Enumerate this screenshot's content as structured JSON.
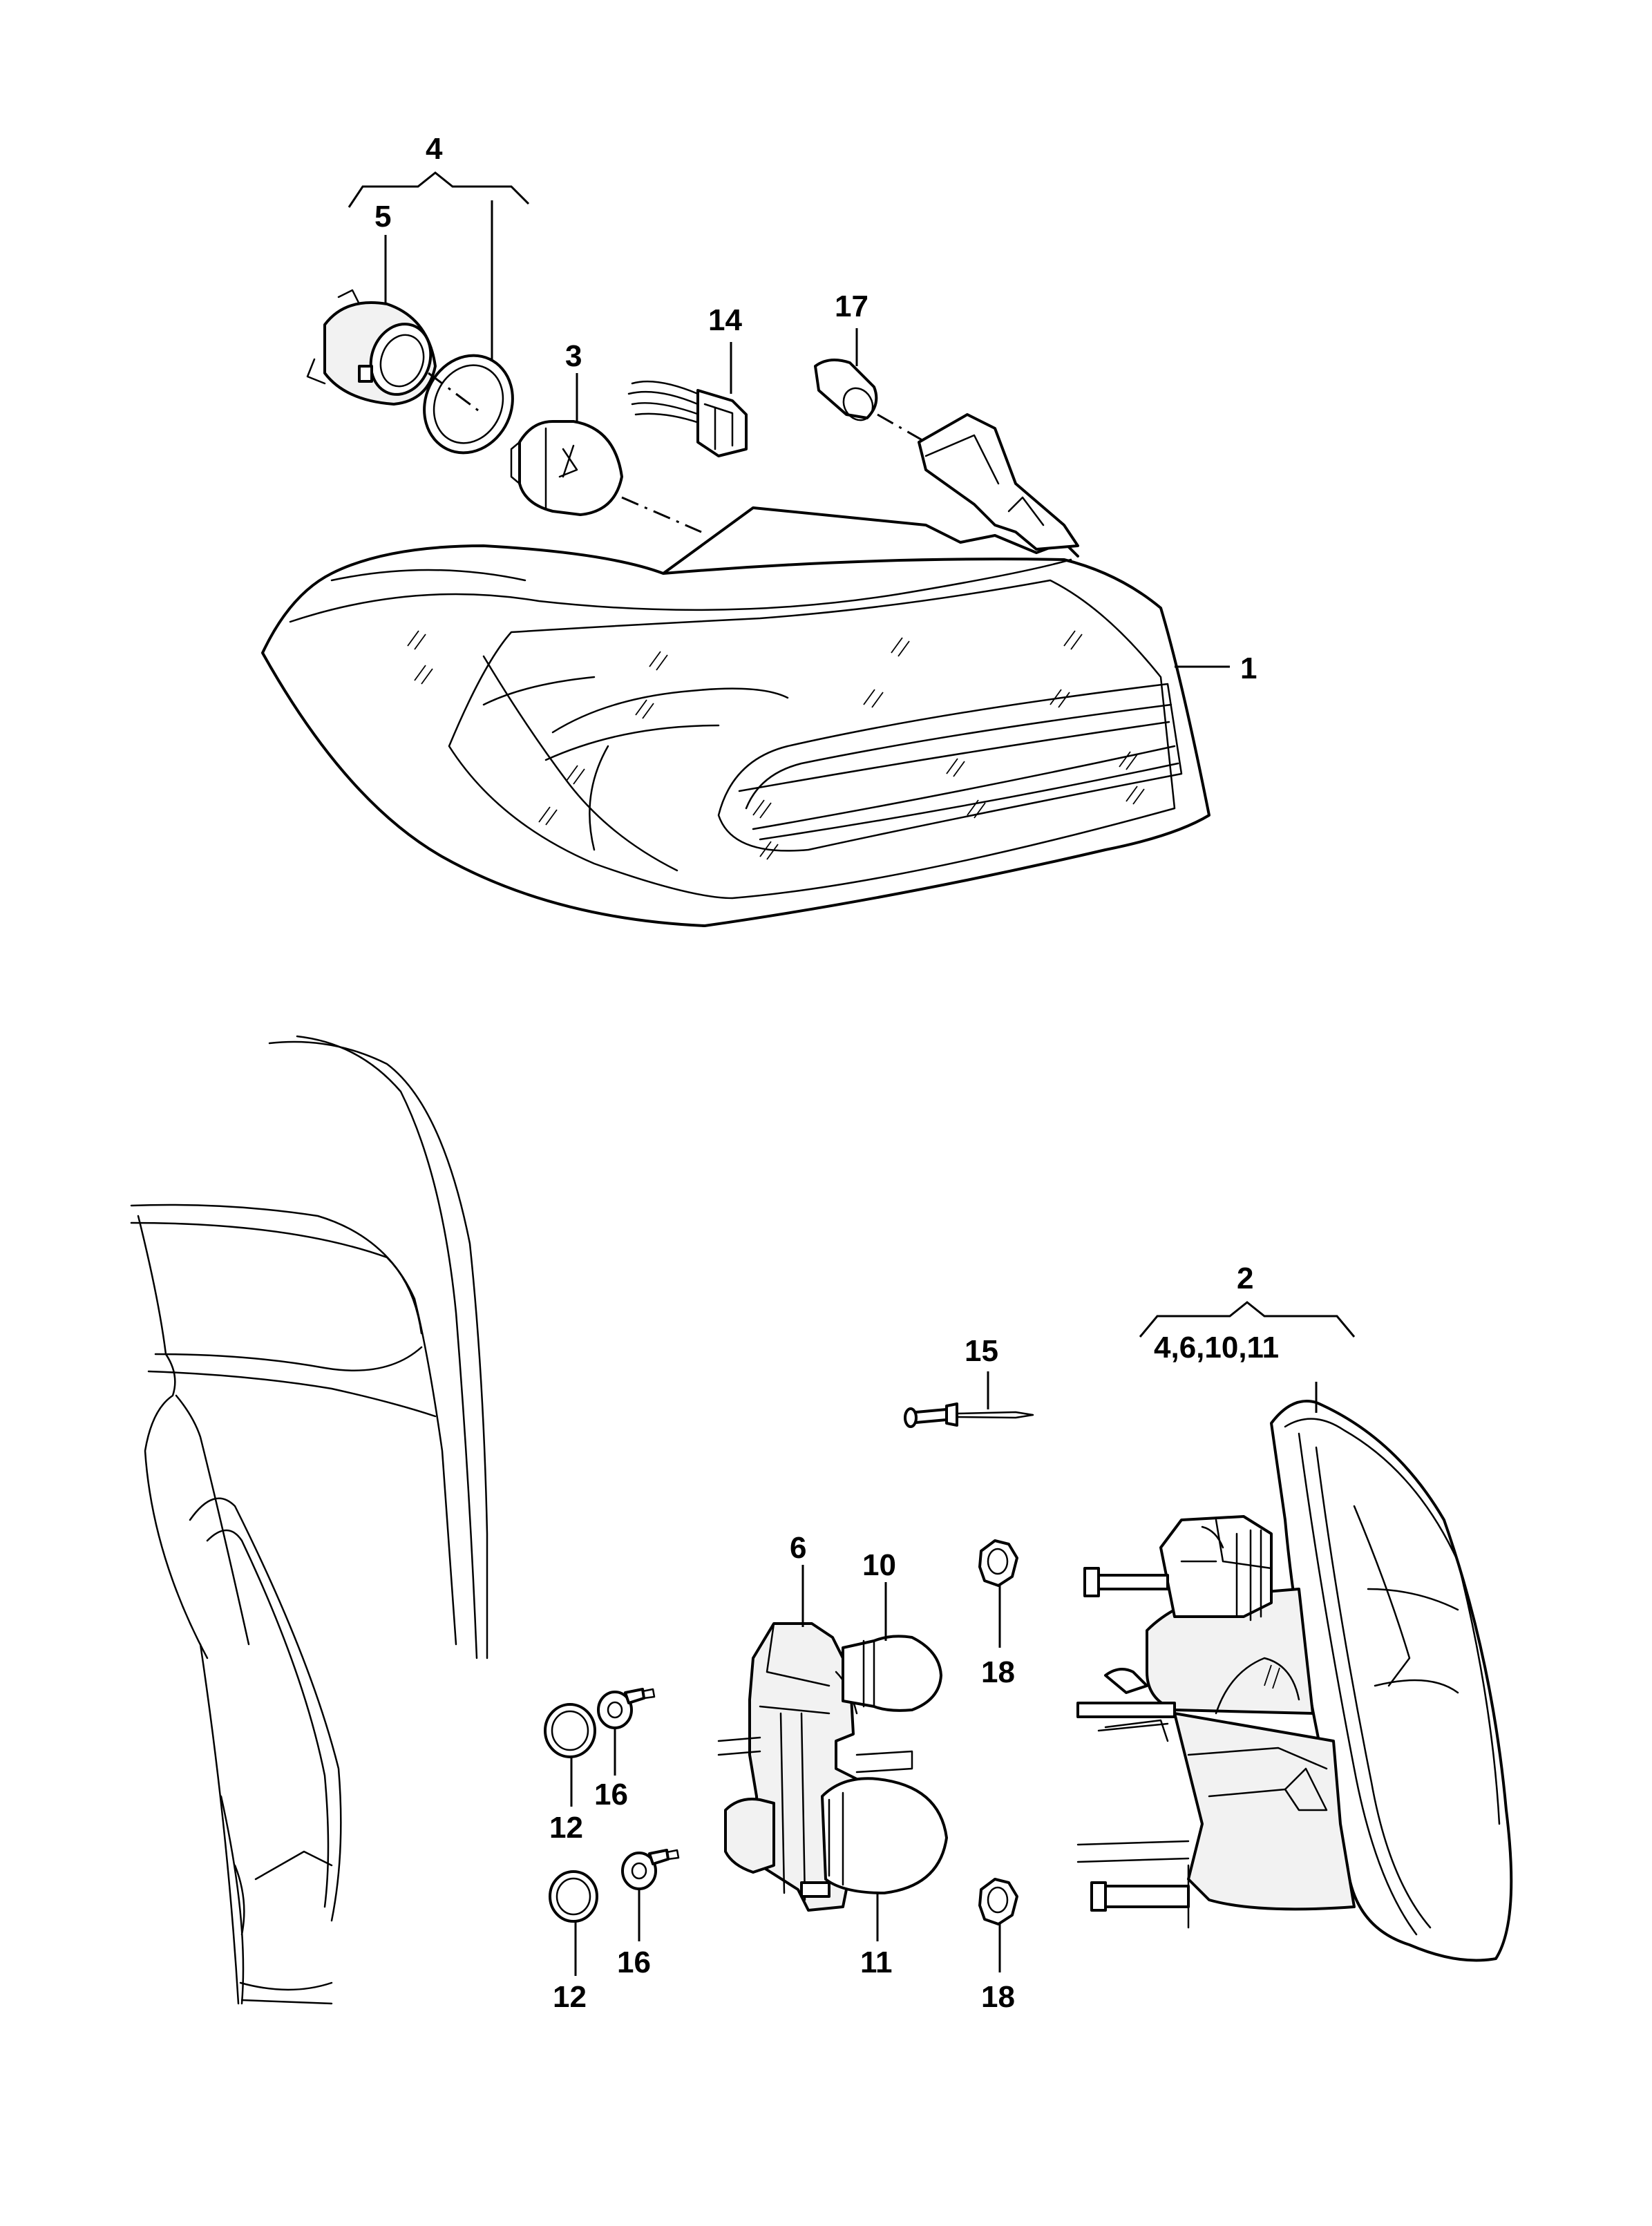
{
  "diagram": {
    "callouts": {
      "c1": "1",
      "c2": "2",
      "c2_sub": "4,6,10,11",
      "c3": "3",
      "c4": "4",
      "c5": "5",
      "c6": "6",
      "c10": "10",
      "c11": "11",
      "c12a": "12",
      "c12b": "12",
      "c14": "14",
      "c15": "15",
      "c16a": "16",
      "c16b": "16",
      "c17": "17",
      "c18a": "18",
      "c18b": "18"
    }
  }
}
